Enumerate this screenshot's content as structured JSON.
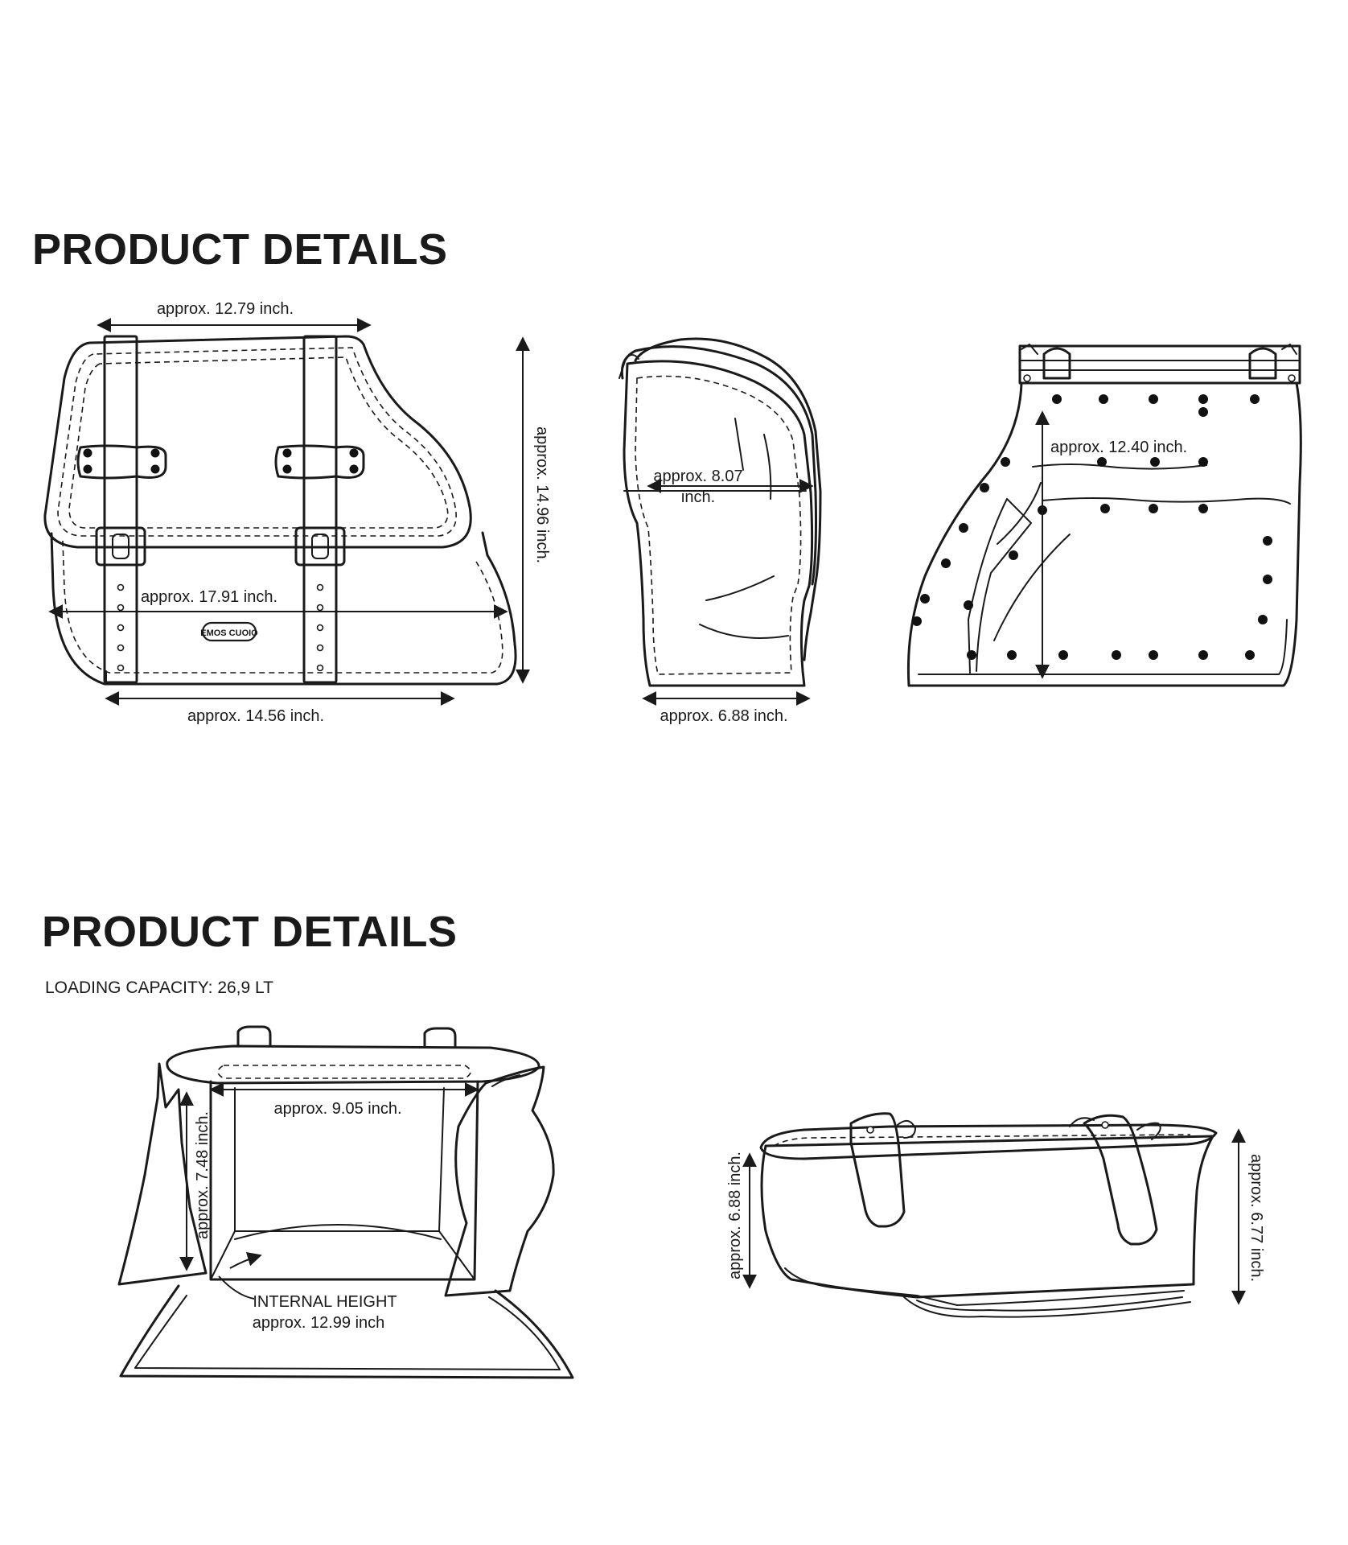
{
  "section_1": {
    "heading": "PRODUCT DETAILS",
    "front_view": {
      "top_width": "approx. 12.79 inch.",
      "mid_width": "approx. 17.91 inch.",
      "bottom_width": "approx. 14.56 inch.",
      "height": "approx. 14.96 inch.",
      "logo_text": "EMOS CUOIO"
    },
    "side_view": {
      "depth_top_line1": "approx. 8.07",
      "depth_top_line2": "inch.",
      "depth_bottom": "approx. 6.88 inch."
    },
    "back_view": {
      "height": "approx. 12.40 inch."
    }
  },
  "section_2": {
    "heading": "PRODUCT DETAILS",
    "capacity": "LOADING CAPACITY: 26,9 LT",
    "open_view": {
      "inner_width": "approx. 9.05 inch.",
      "inner_depth": "approx. 7.48 inch.",
      "internal_height_label": "INTERNAL HEIGHT",
      "internal_height_value": "approx. 12.99 inch"
    },
    "top_view": {
      "left_dimension": "approx. 6.88 inch.",
      "right_dimension": "approx. 6.77 inch."
    }
  }
}
